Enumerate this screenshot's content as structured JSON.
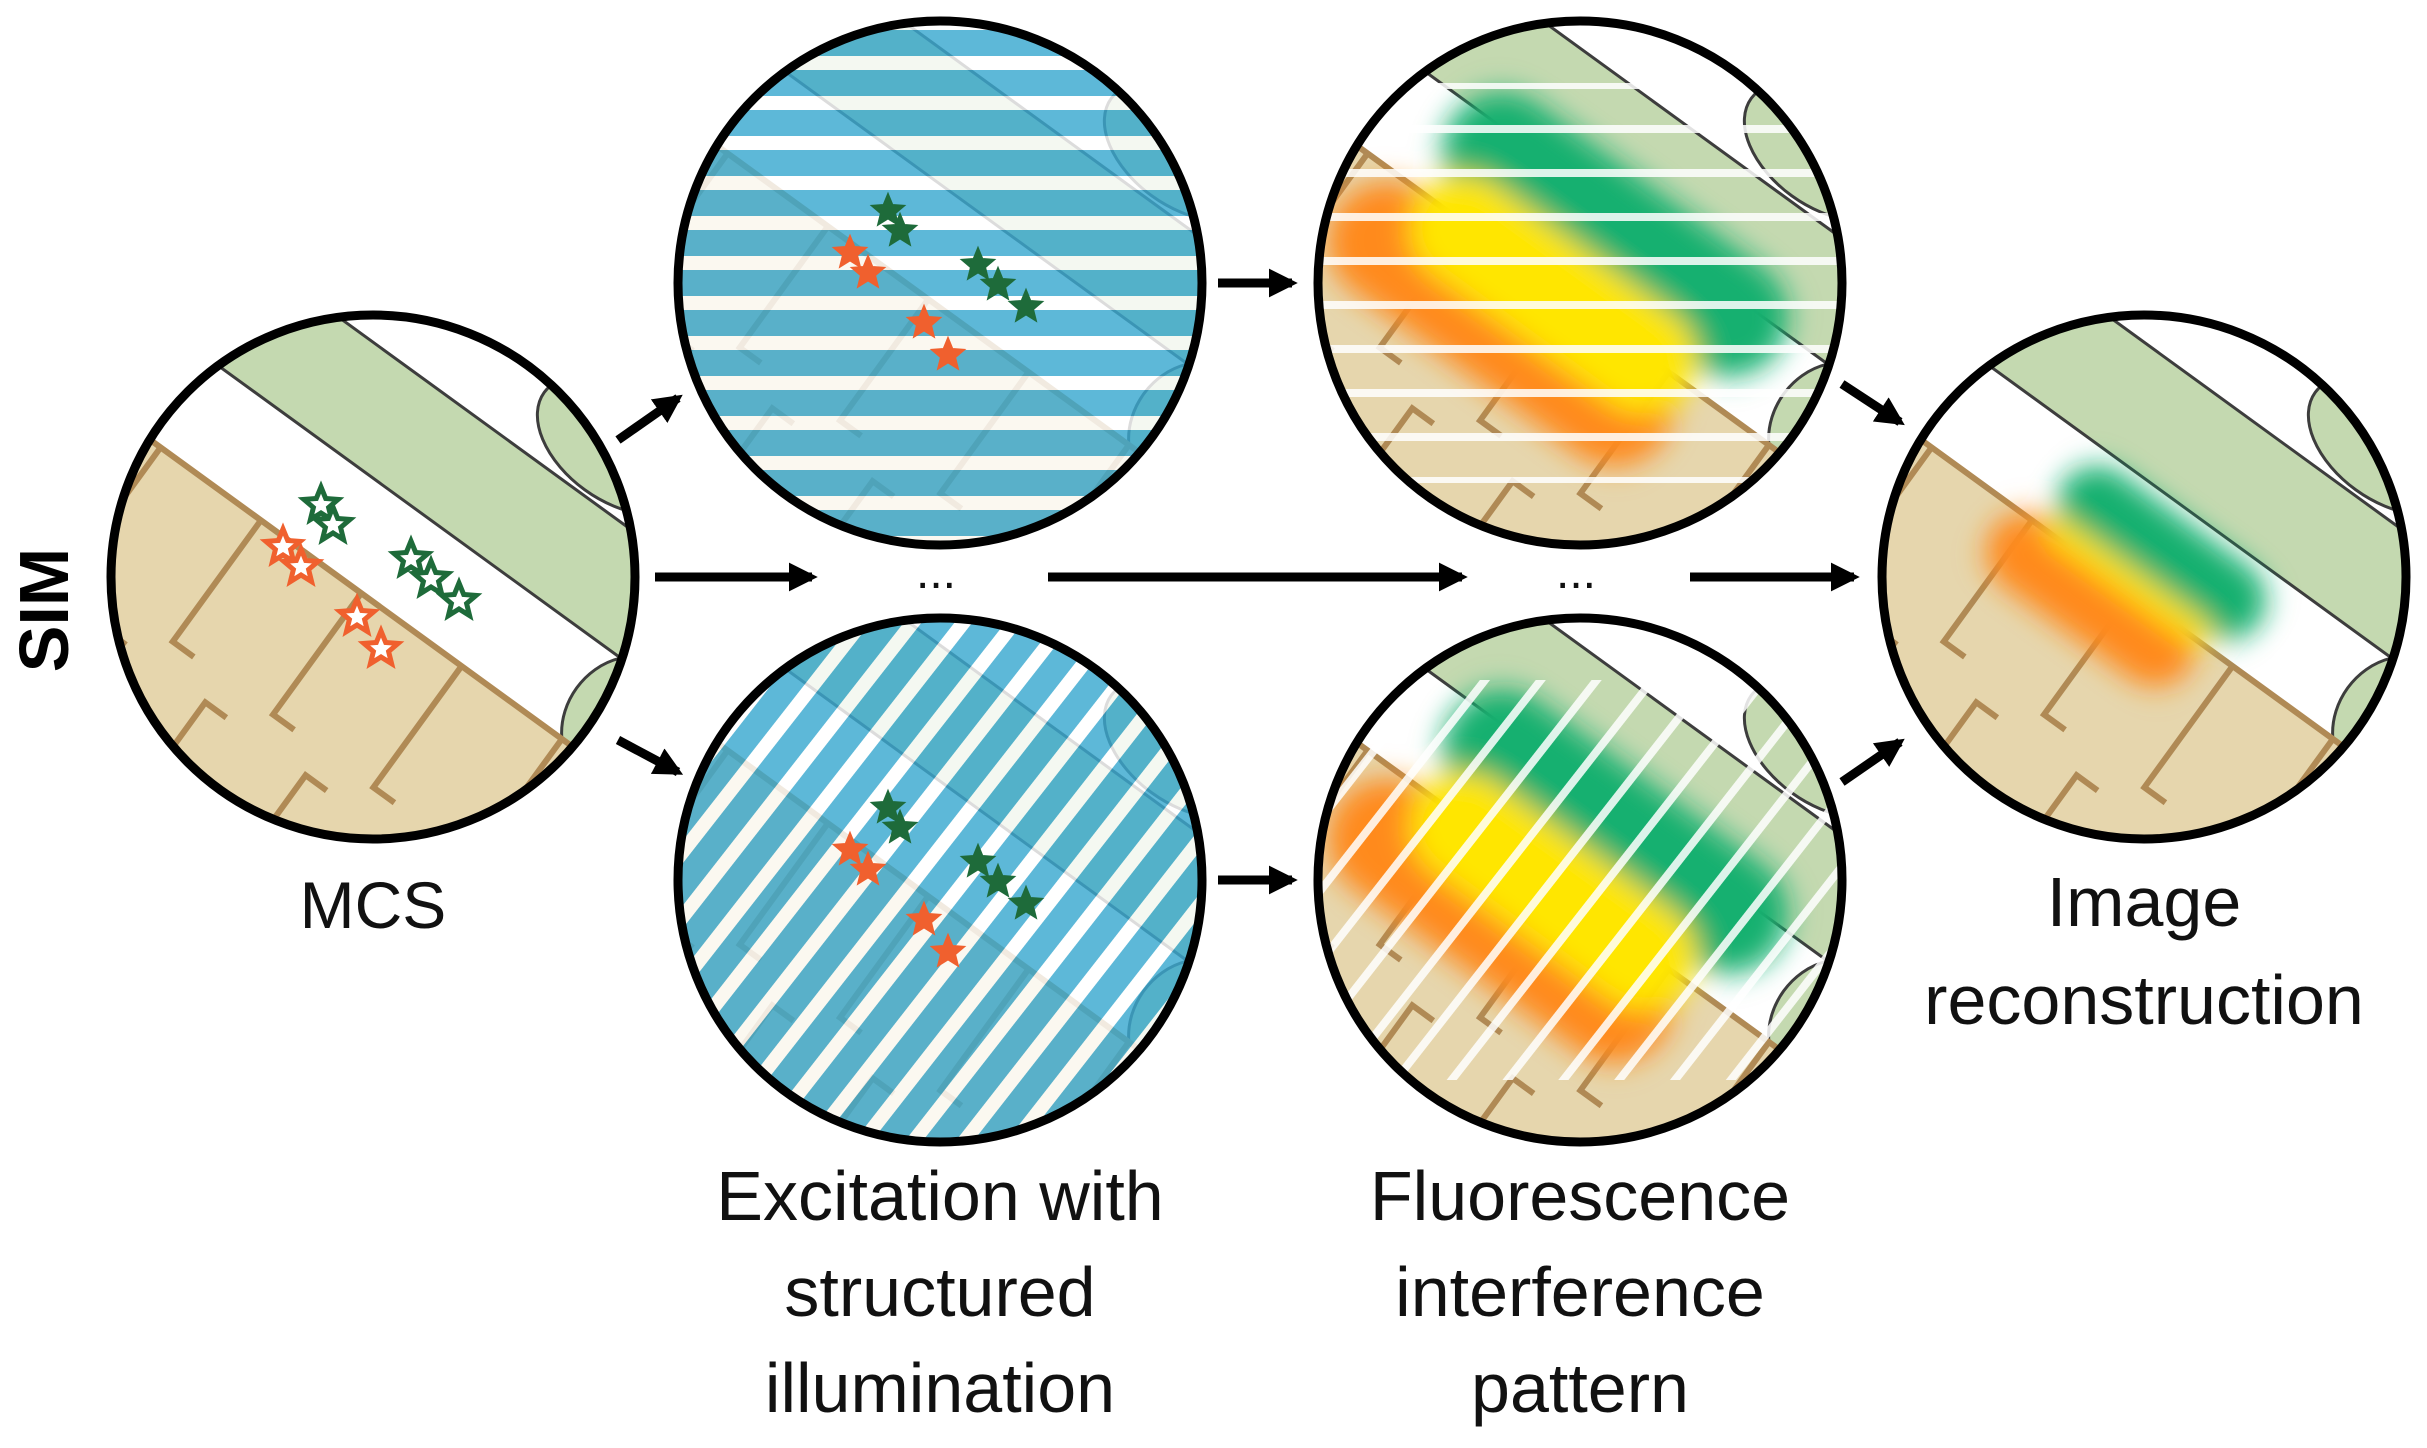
{
  "side_label": "SIM",
  "labels": {
    "mcs": "MCS",
    "excitation": [
      "Excitation with",
      "structured",
      "illumination"
    ],
    "fluorescence": [
      "Fluorescence",
      "interference",
      "pattern"
    ],
    "reconstruction": [
      "Image",
      "reconstruction"
    ]
  },
  "ellipsis": "...",
  "colors": {
    "stripe_blue": "#3aa8cf",
    "mito_tan": "#e6d6ad",
    "mito_outline": "#b08a55",
    "er_green": "#c4d9b0",
    "star_green": "#1e6b3a",
    "star_orange": "#f0602e",
    "blob_green": "#17b070",
    "blob_orange": "#ff8a1a",
    "blob_yellow": "#ffe600"
  }
}
